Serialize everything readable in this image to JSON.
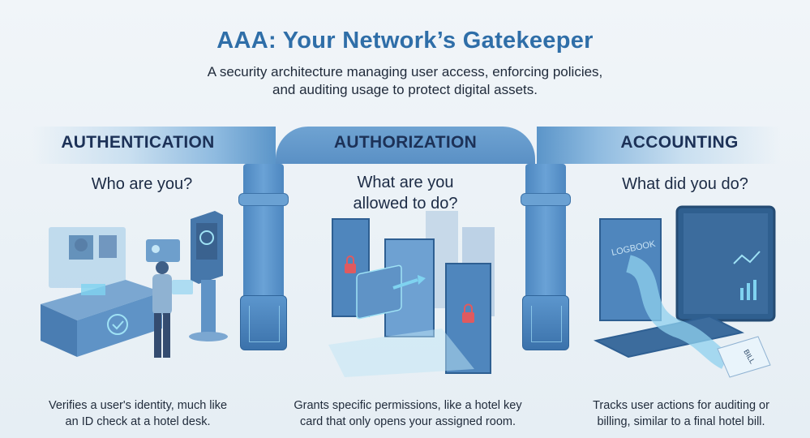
{
  "header": {
    "title": "AAA: Your Network’s Gatekeeper",
    "subtitle_lines": [
      "A security architecture managing user access, enforcing policies,",
      "and auditing usage to protect digital assets."
    ]
  },
  "sections": [
    {
      "label": "AUTHENTICATION",
      "question": "Who are you?",
      "illustration": "hotel-desk-id-check",
      "description_lines": [
        "Verifies a user's identity, much like",
        "an ID check at a hotel desk."
      ]
    },
    {
      "label": "AUTHORIZATION",
      "question_lines": [
        "What are you",
        "allowed to do?"
      ],
      "illustration": "key-card-doors",
      "description_lines": [
        "Grants specific permissions, like a hotel key",
        "card that only opens your assigned room."
      ]
    },
    {
      "label": "ACCOUNTING",
      "question": "What did you do?",
      "illustration": "logbook-and-bill",
      "logbook_label": "LOGBOOK",
      "bill_label": "BILL",
      "description_lines": [
        "Tracks user actions for auditing or",
        "billing, similar to a final hotel bill."
      ]
    }
  ],
  "colors": {
    "title": "#2f6ea8",
    "label": "#1c3157",
    "pillar": "#5a90c5",
    "lock": "#e05a5f",
    "glow": "#7fd3f0"
  }
}
